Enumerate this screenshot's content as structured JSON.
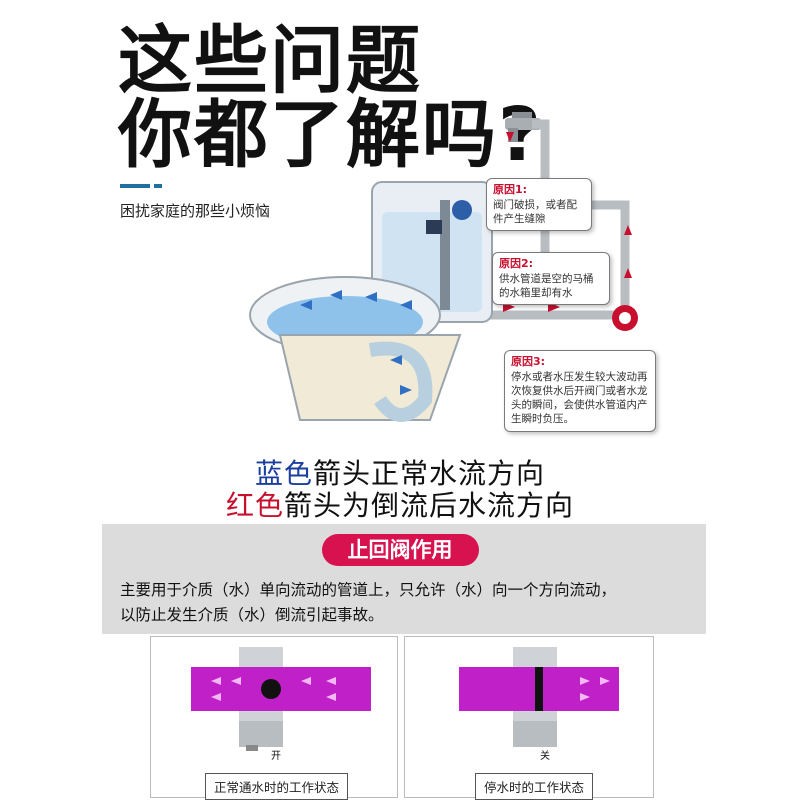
{
  "headline": {
    "line1": "这些问题",
    "line2": "你都了解吗?"
  },
  "subtitle": "困扰家庭的那些小烦恼",
  "callouts": [
    {
      "title": "原因1:",
      "text": "阀门破损，或者配件产生缝隙"
    },
    {
      "title": "原因2:",
      "text": "供水管道是空的马桶的水箱里却有水"
    },
    {
      "title": "原因3:",
      "text": "停水或者水压发生较大波动再次恢复供水后开阀门或者水龙头的瞬间，会使供水管道内产生瞬时负压。"
    }
  ],
  "legend": {
    "blue_word": "蓝色",
    "blue_rest": "箭头正常水流方向",
    "red_word": "红色",
    "red_rest": "箭头为倒流后水流方向"
  },
  "section": {
    "pill": "止回阀作用",
    "description_line1": "主要用于介质（水）单向流动的管道上，只允许（水）向一个方向流动，",
    "description_line2": "以防止发生介质（水）倒流引起事故。"
  },
  "valves": [
    {
      "state_label": "开",
      "caption": "正常通水时的工作状态"
    },
    {
      "state_label": "关",
      "caption": "停水时的工作状态"
    }
  ],
  "colors": {
    "blue": "#1b3f9f",
    "red": "#c8102e",
    "pill": "#d8124f",
    "magenta": "#c020c8",
    "pipe_gray": "#b8bdc2"
  }
}
